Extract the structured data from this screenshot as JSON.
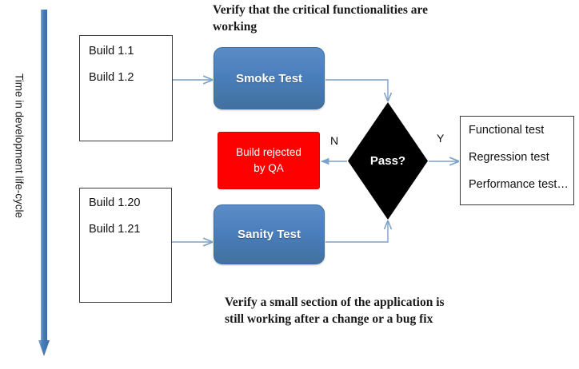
{
  "diagram": {
    "title_top": "Verify that the critical functionalities are working",
    "title_bottom": "Verify a small section of the application is still working after a change or a bug fix",
    "timeline": {
      "label": "Time in development life-cycle",
      "color": "#4a7ebb",
      "direction": "downward"
    },
    "builds_early": {
      "line1": "Build 1.1",
      "line2": "Build 1.2"
    },
    "builds_late": {
      "line1": "Build 1.20",
      "line2": "Build 1.21"
    },
    "smoke_test": {
      "label": "Smoke Test",
      "color": "#4a7ebb"
    },
    "sanity_test": {
      "label": "Sanity Test",
      "color": "#4a7ebb"
    },
    "rejected": {
      "line1": "Build rejected",
      "line2": "by QA",
      "color": "#fe0000"
    },
    "decision": {
      "label": "Pass?",
      "color": "#000000"
    },
    "branch_no": "N",
    "branch_yes": "Y",
    "post_tests": {
      "line1": "Functional test",
      "line2": "Regression test",
      "line3": "Performance test…"
    },
    "connector_color": "#7ba0c9"
  }
}
